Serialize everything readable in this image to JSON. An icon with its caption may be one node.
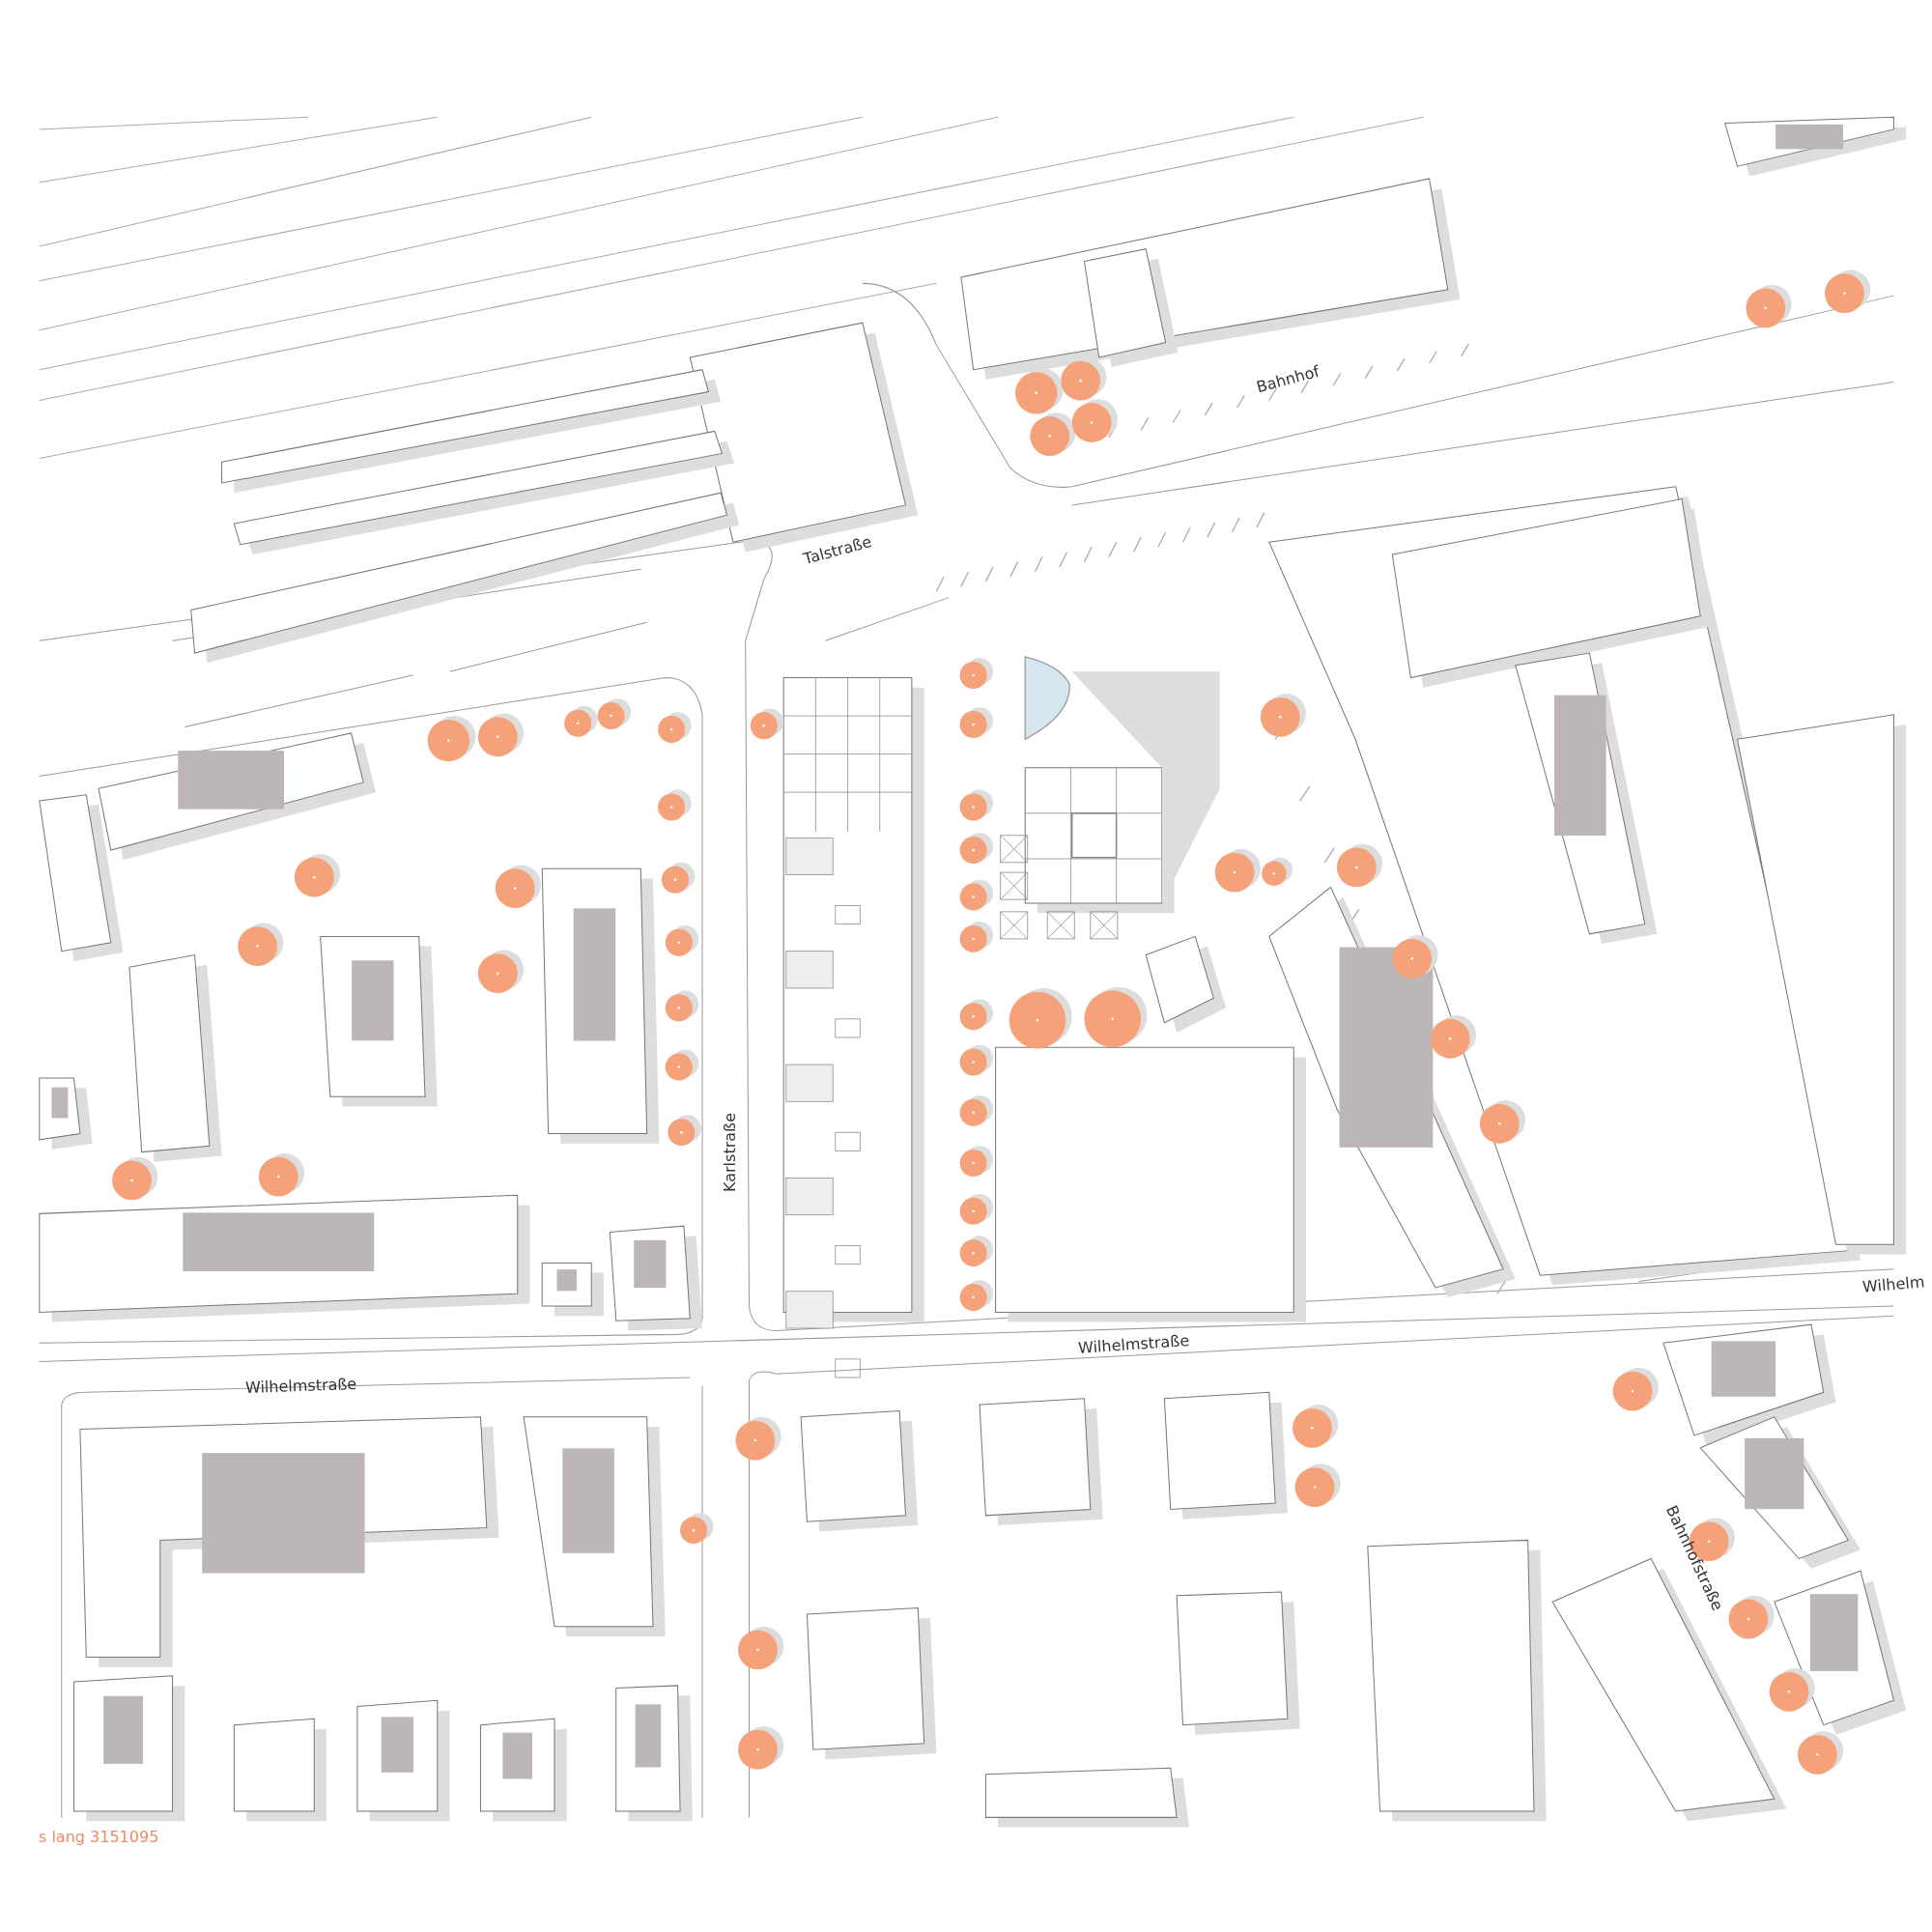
{
  "diagram": {
    "labels": [
      "Bahnhof",
      "Talstraße",
      "Karlstraße",
      "Wilhelmstraße",
      "Wilhelmstraße",
      "Wilhelm",
      "Bahnhofstraße",
      "s lang 3151095"
    ]
  }
}
